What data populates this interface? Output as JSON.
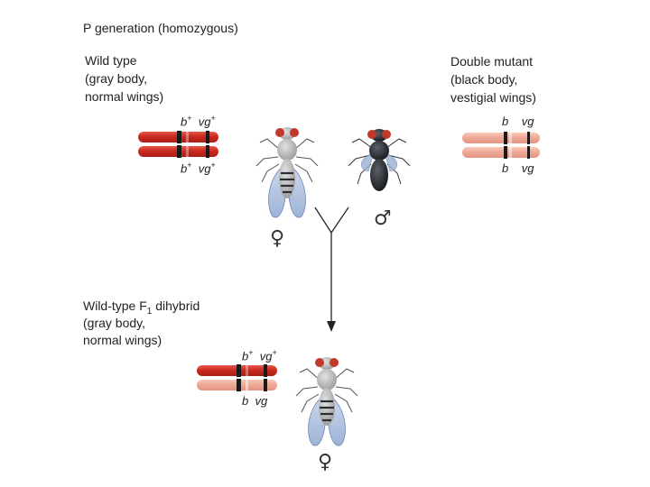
{
  "title": "P generation (homozygous)",
  "wild_type": {
    "line1": "Wild type",
    "line2": "(gray body,",
    "line3": "normal wings)"
  },
  "double_mutant": {
    "line1": "Double mutant",
    "line2": "(black body,",
    "line3": "vestigial wings)"
  },
  "f1": {
    "line1_pre": "Wild-type F",
    "line1_sub": "1",
    "line1_post": " dihybrid",
    "line2": "(gray body,",
    "line3": "normal wings)"
  },
  "alleles": {
    "b_plus": "b",
    "vg_plus": "vg",
    "plus": "+",
    "b": "b",
    "vg": "vg"
  },
  "symbols": {
    "female": "♀",
    "male": "♂"
  },
  "colors": {
    "wild_chromosome": "#d93a2b",
    "mutant_chromosome": "#f2b3a0",
    "band": "#1a1a1a",
    "gray_body": "#b8b8b8",
    "black_body": "#2a2e33",
    "wing": "#9fb4d6",
    "eye": "#c0392b"
  },
  "icons": [
    "female-fly-icon",
    "male-fly-icon",
    "offspring-fly-icon",
    "arrow-icon"
  ]
}
